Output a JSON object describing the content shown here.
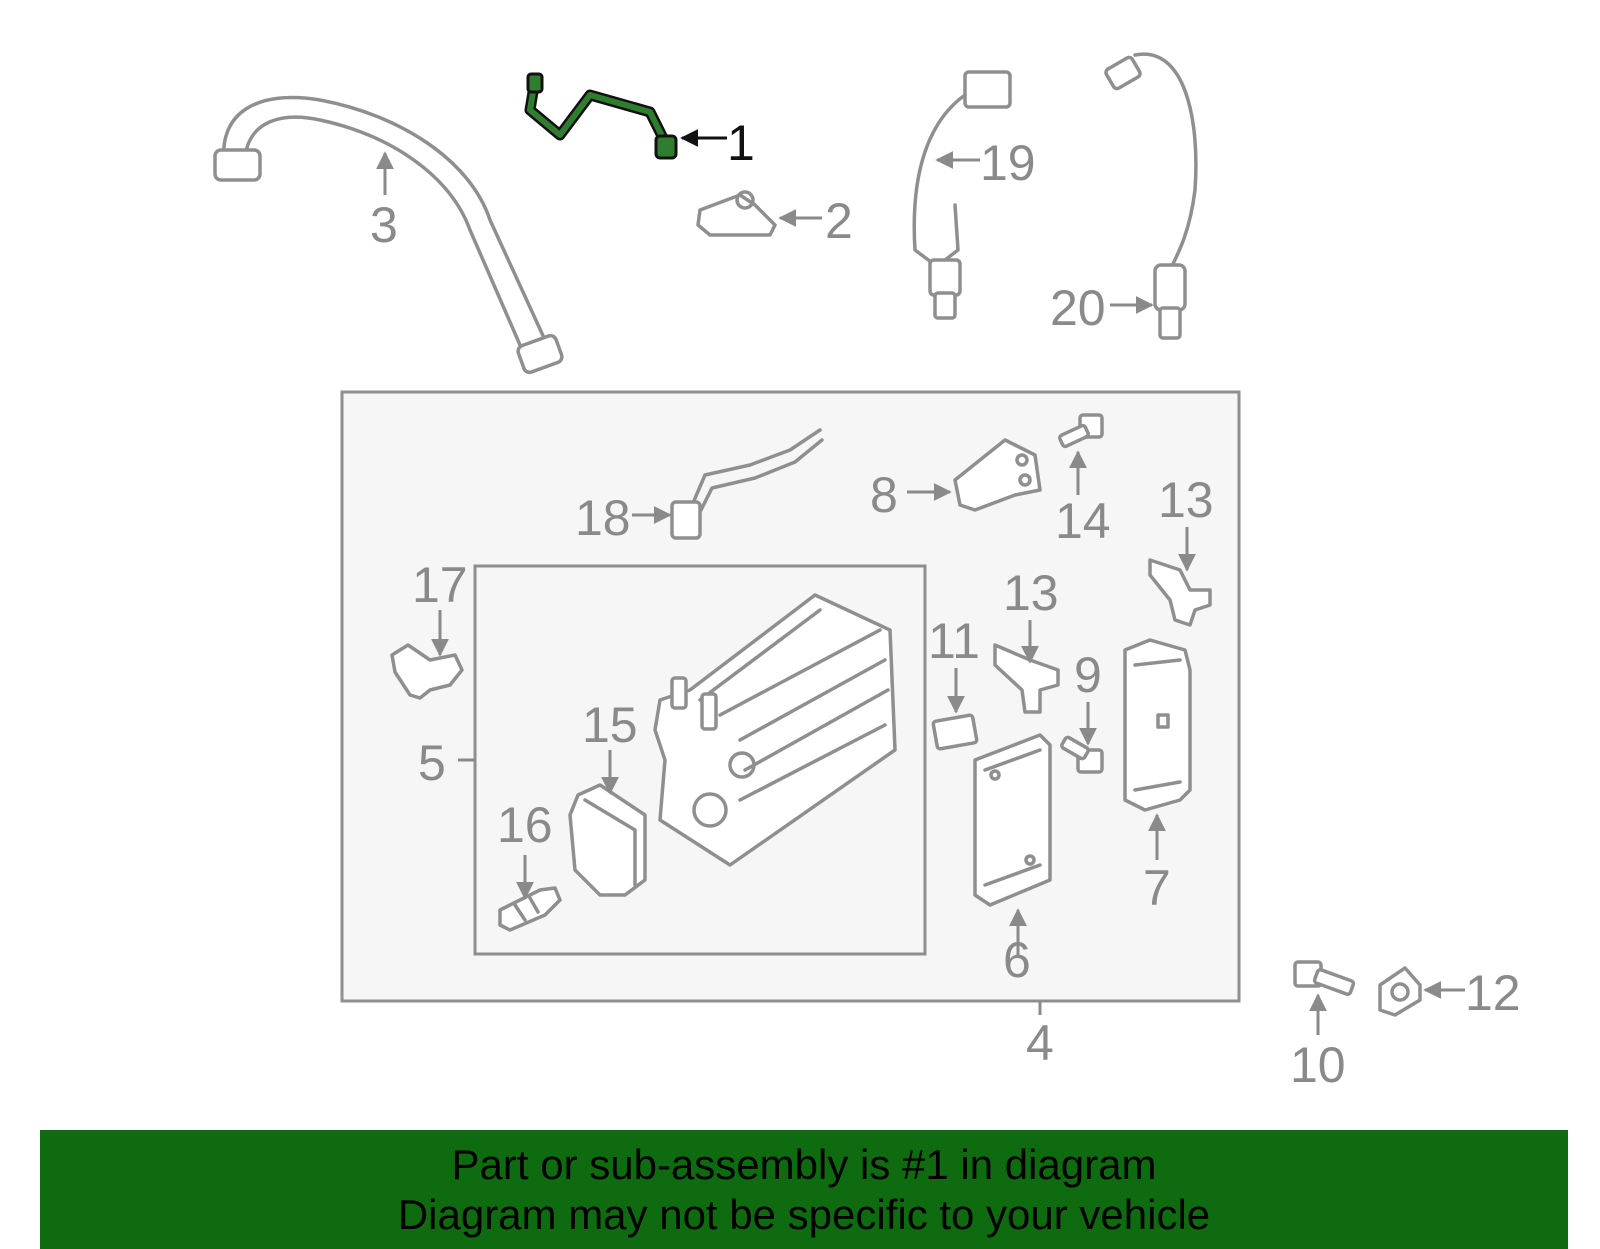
{
  "colors": {
    "part_stroke": "#8f8f8f",
    "highlight_part": "#1f6b1f",
    "highlight_outline": "#111111",
    "box_fill": "#f6f6f6",
    "banner_bg": "#0f6b0f",
    "banner_text": "#000000"
  },
  "callouts": {
    "c1": "1",
    "c2": "2",
    "c3": "3",
    "c4": "4",
    "c5": "5",
    "c6": "6",
    "c7": "7",
    "c8": "8",
    "c9": "9",
    "c10": "10",
    "c11": "11",
    "c12": "12",
    "c13a": "13",
    "c13b": "13",
    "c14": "14",
    "c15": "15",
    "c16": "16",
    "c17": "17",
    "c18": "18",
    "c19": "19",
    "c20": "20"
  },
  "banner": {
    "line1": "Part or sub-assembly is #1 in diagram",
    "line2": "Diagram may not be specific to your vehicle"
  }
}
